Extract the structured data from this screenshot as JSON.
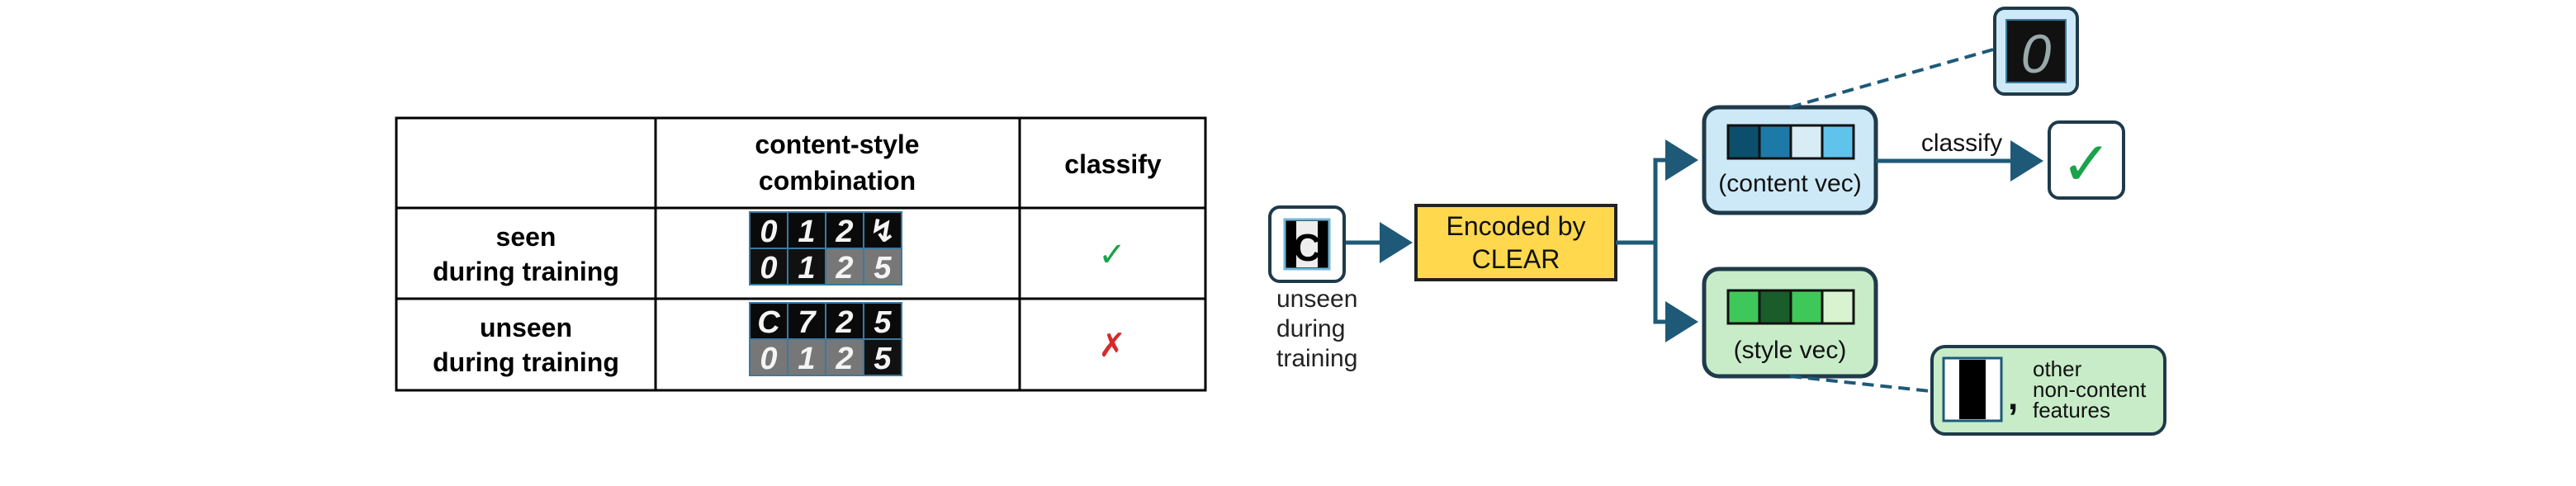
{
  "table": {
    "headers": [
      "",
      "content-style\ncombination",
      "classify"
    ],
    "rows": [
      {
        "label": "seen\nduring training",
        "result": "✓",
        "result_color": "#1aa34a"
      },
      {
        "label": "unseen\nduring training",
        "result": "✗",
        "result_color": "#d62b2b"
      }
    ],
    "digits_row1_top": [
      "0",
      "1",
      "2",
      "↯"
    ],
    "digits_row1_bottom": [
      "0",
      "1",
      "2",
      "5"
    ],
    "digits_row2_top": [
      "C",
      "7",
      "2",
      "5"
    ],
    "digits_row2_bottom": [
      "0",
      "1",
      "2",
      "5"
    ]
  },
  "flow": {
    "input_label": "unseen\nduring\ntraining",
    "encoder_label": "Encoded by\nCLEAR",
    "content_label": "(content vec)",
    "style_label": "(style vec)",
    "classify_label": "classify",
    "check_mark": "✓",
    "decoded_digit": "0",
    "features_label": "other\nnon-content\nfeatures",
    "comma": ","
  },
  "colors": {
    "arrow": "#1e5a78",
    "encoder_fill": "#ffd84d",
    "content_fill": "#cde9f7",
    "style_fill": "#c8ecc8",
    "content_cells": [
      "#0b4f6c",
      "#1d7aa8",
      "#d8ecf6",
      "#5fc3ec"
    ],
    "style_cells": [
      "#3ec85a",
      "#1a5c2a",
      "#3ec85a",
      "#d9f2d0"
    ],
    "check_green": "#1aa34a"
  }
}
